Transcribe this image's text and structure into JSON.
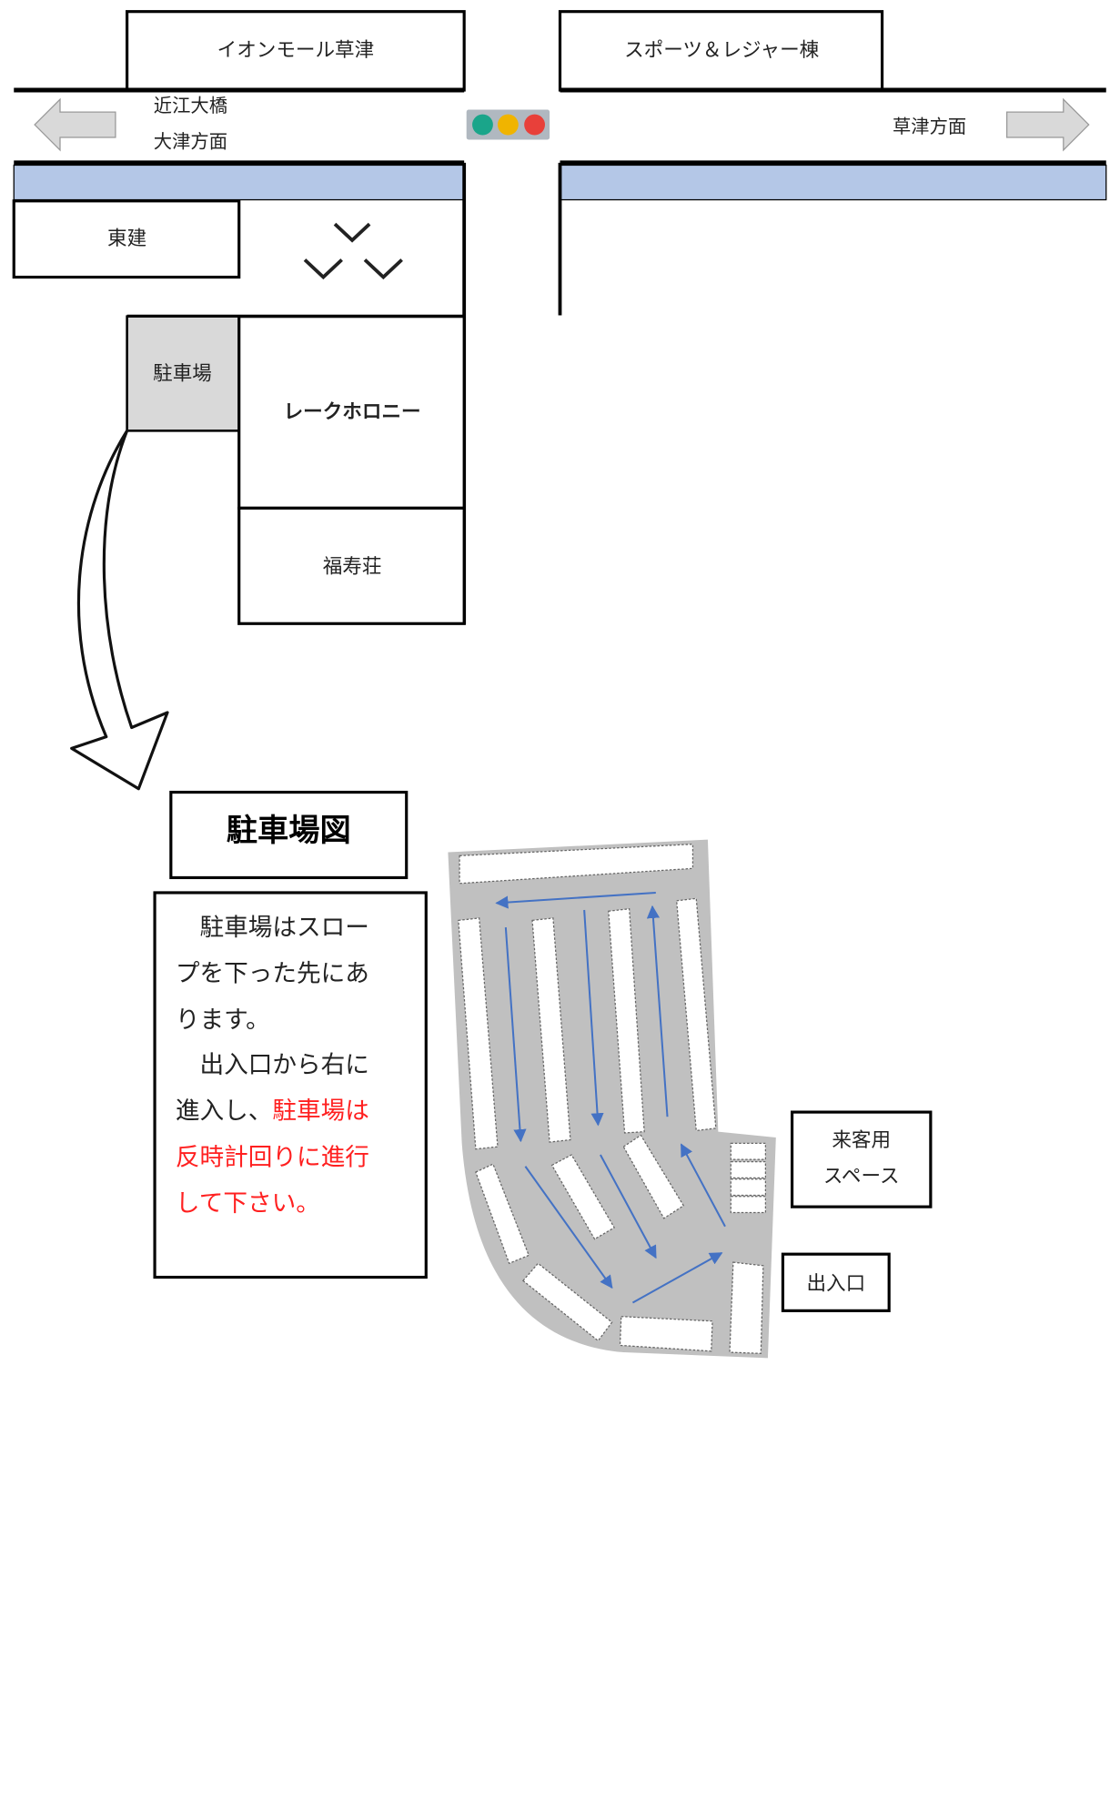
{
  "map": {
    "buildings": {
      "aeon": "イオンモール草津",
      "sports": "スポーツ＆レジャー棟",
      "touken": "東建",
      "parking_small": "駐車場",
      "lake_horony": "レークホロニー",
      "fukujusou": "福寿荘"
    },
    "directions": {
      "left_line1": "近江大橋",
      "left_line2": "大津方面",
      "right": "草津方面"
    },
    "traffic_light_colors": [
      "#1aa58a",
      "#f0b400",
      "#e8403a"
    ],
    "road_band_color": "#b4c7e7"
  },
  "parking_map": {
    "title": "駐車場図",
    "description": {
      "line1": "　駐車場はスロー",
      "line2": "プを下った先にあ",
      "line3": "ります。",
      "line4": "　出入口から右に",
      "line5_black": "進入し、",
      "line5_red": "駐車場は",
      "line6": "反時計回りに進行",
      "line7": "して下さい。"
    },
    "visitor_space_line1": "来客用",
    "visitor_space_line2": "スペース",
    "entrance": "出入口",
    "flow_color": "#4472c4",
    "lot_color": "#c0c0c0"
  }
}
